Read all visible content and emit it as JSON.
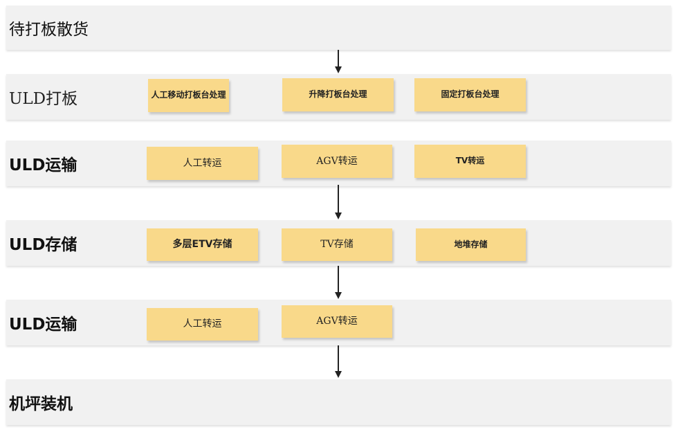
{
  "stages": [
    {
      "label": "待打板散货"
    },
    {
      "label": "ULD打板",
      "cards": [
        "人工移动打板台处理",
        "升降打板台处理",
        "固定打板台处理"
      ]
    },
    {
      "label": "ULD运输",
      "cards": [
        "人工转运",
        "AGV转运",
        "TV转运"
      ]
    },
    {
      "label": "ULD存储",
      "cards": [
        "多层ETV存储",
        "TV存储",
        "地堆存储"
      ]
    },
    {
      "label": "ULD运输",
      "cards": [
        "人工转运",
        "AGV转运"
      ]
    },
    {
      "label": "机坪装机"
    }
  ]
}
